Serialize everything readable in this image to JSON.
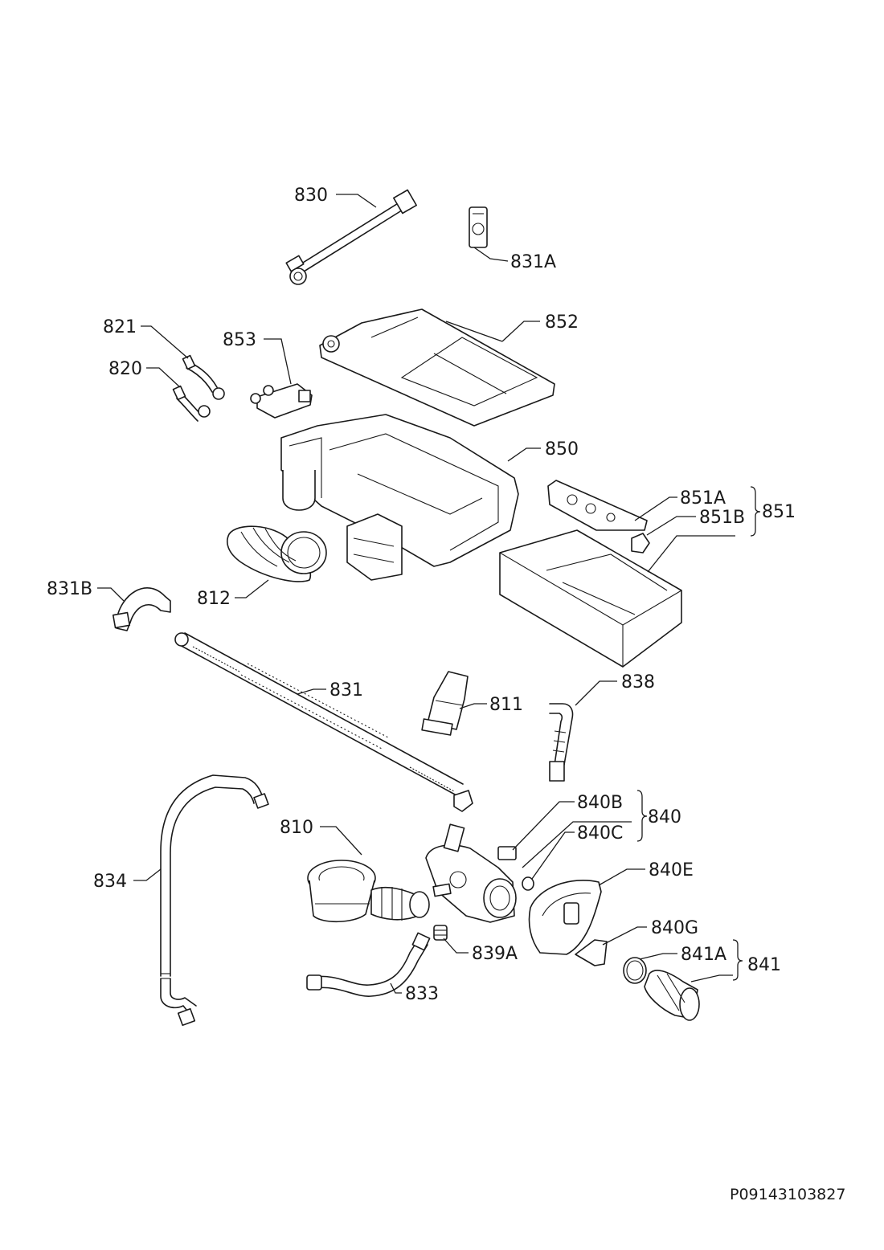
{
  "reference_code": "P09143103827",
  "labels": {
    "l830": "830",
    "l831A": "831A",
    "l852": "852",
    "l821": "821",
    "l820": "820",
    "l853": "853",
    "l850": "850",
    "l851A": "851A",
    "l851B": "851B",
    "l851": "851",
    "l831B": "831B",
    "l812": "812",
    "l831": "831",
    "l811": "811",
    "l838": "838",
    "l840B": "840B",
    "l840C": "840C",
    "l840": "840",
    "l810": "810",
    "l840E": "840E",
    "l834": "834",
    "l840G": "840G",
    "l839A": "839A",
    "l841A": "841A",
    "l841": "841",
    "l833": "833"
  }
}
